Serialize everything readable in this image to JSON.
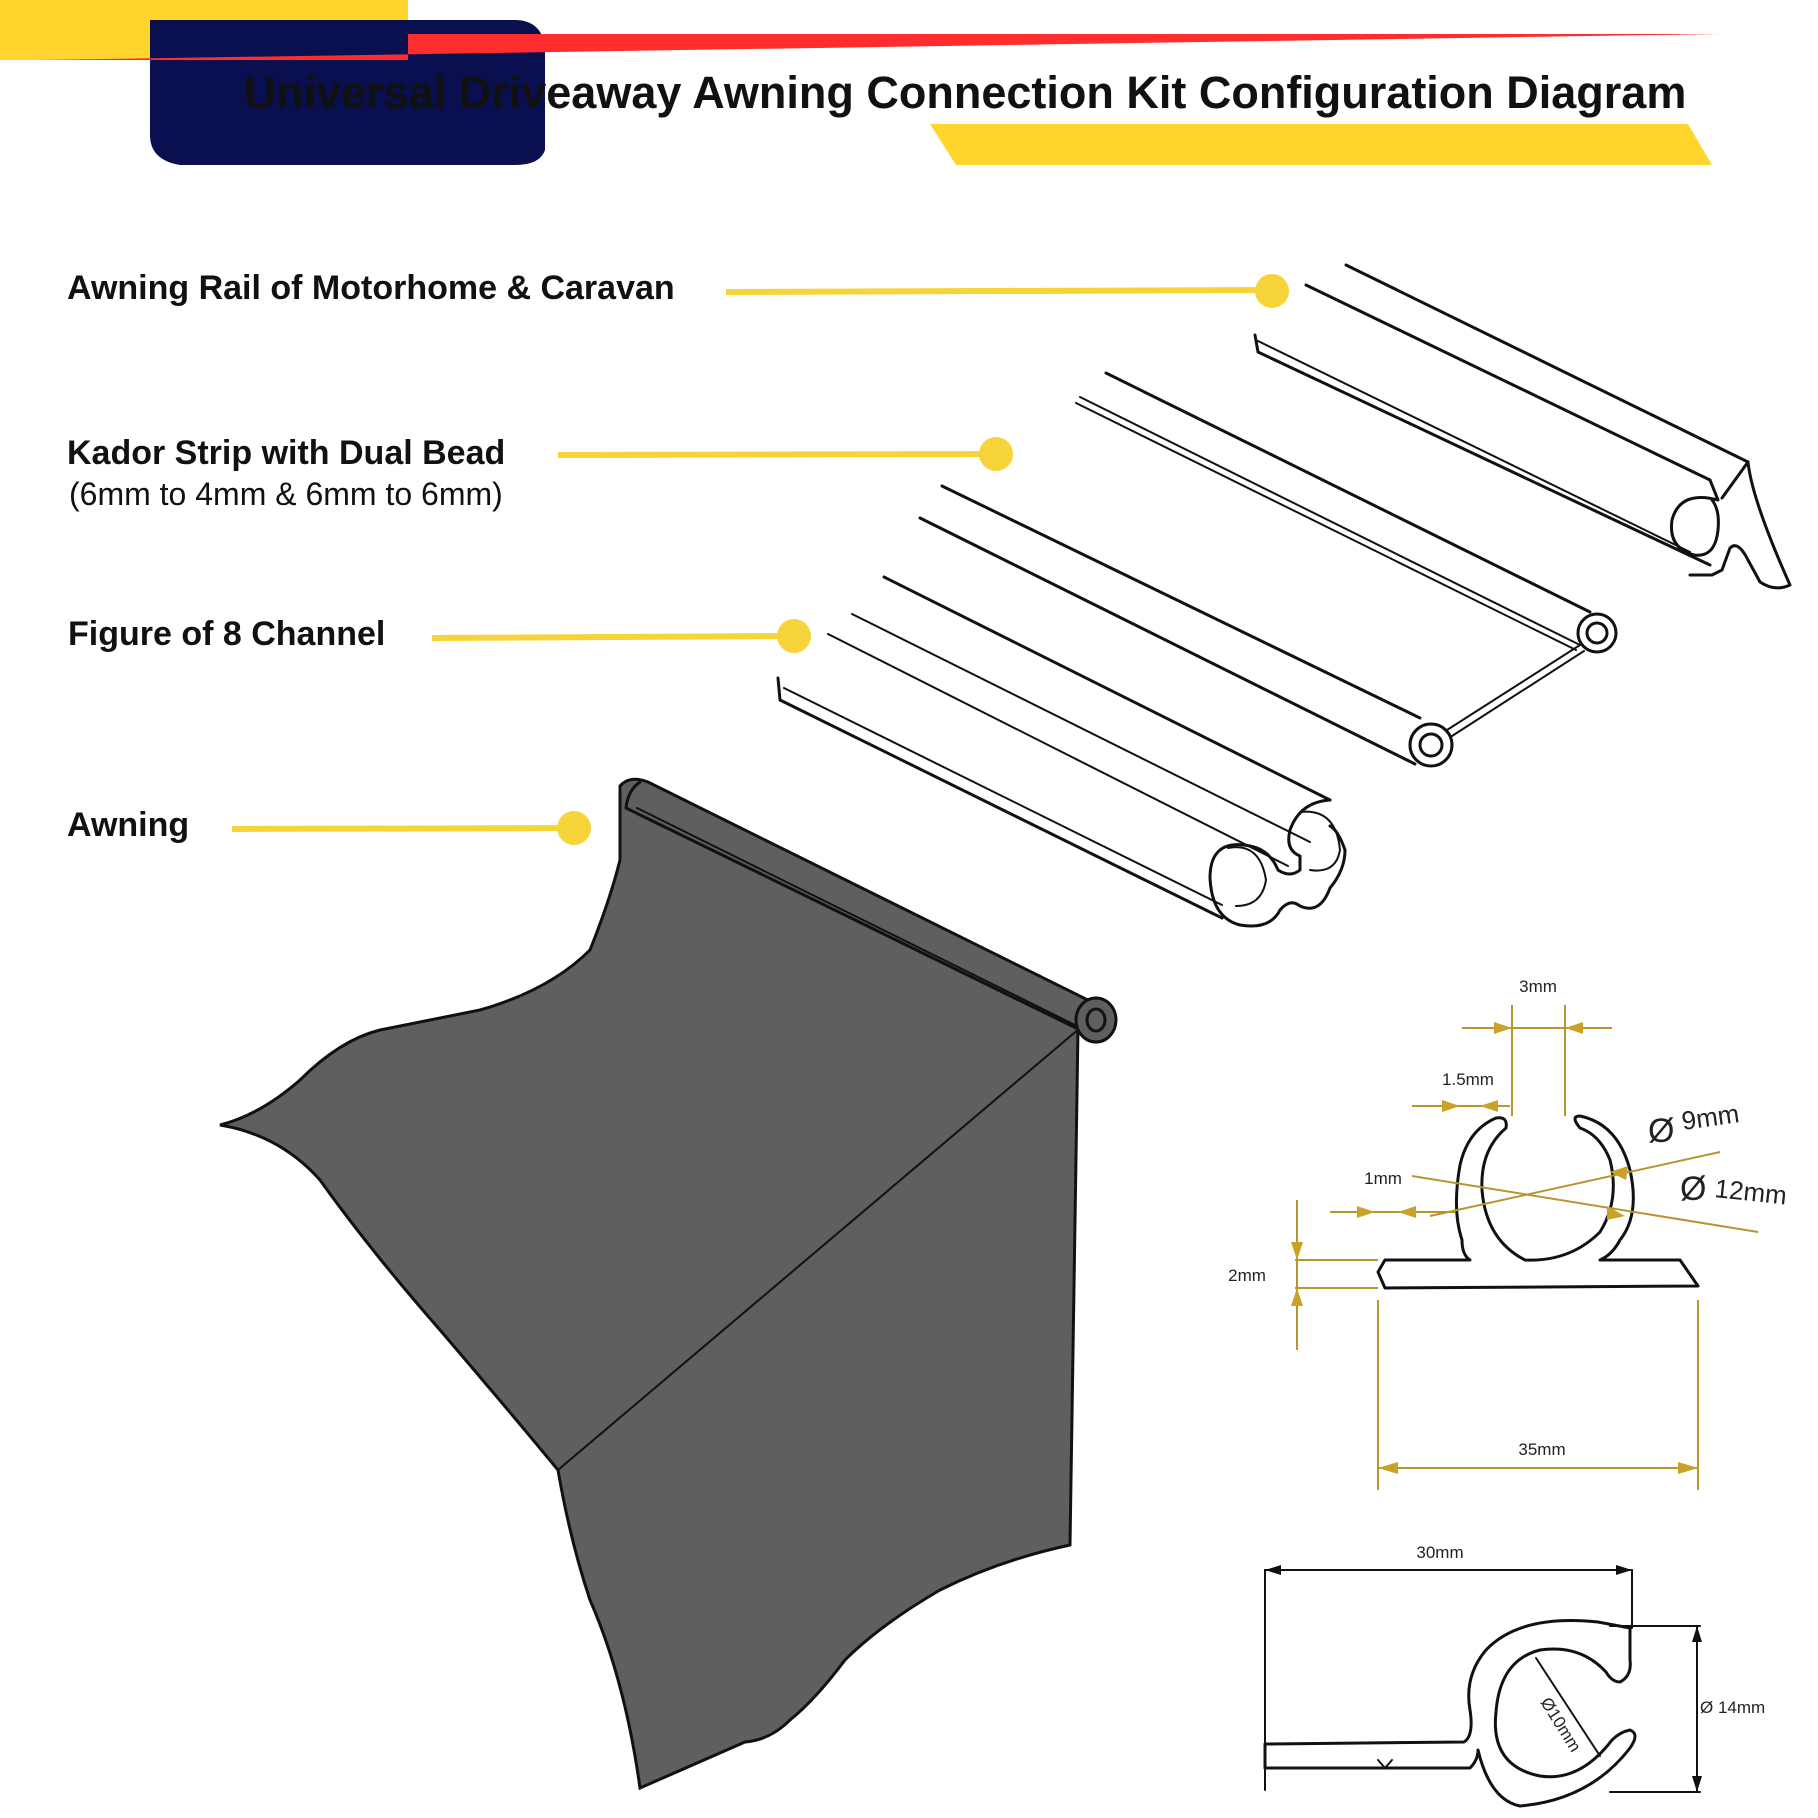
{
  "title": "Universal Driveaway Awning Connection Kit Configuration Diagram",
  "colors": {
    "banner_red": "#ff2d2d",
    "banner_yellow": "#ffd52e",
    "banner_navy": "#0a0f4f",
    "callout_yellow": "#f7d33a",
    "awning_fabric": "#5f5f5f",
    "dimension_line": "#b89530"
  },
  "callouts": [
    {
      "label": "Awning Rail of Motorhome & Caravan",
      "sublabel": ""
    },
    {
      "label": "Kador Strip with Dual Bead",
      "sublabel": "(6mm to 4mm & 6mm to 6mm)"
    },
    {
      "label": "Figure of 8 Channel",
      "sublabel": ""
    },
    {
      "label": "Awning",
      "sublabel": ""
    }
  ],
  "rail_profile_dimensions": {
    "gap": "3mm",
    "lip": "1.5mm",
    "inner_diameter": "9mm",
    "outer_diameter": "12mm",
    "wall": "1mm",
    "base": "2mm",
    "width": "35mm",
    "diameter_symbol": "Ø"
  },
  "clip_profile_dimensions": {
    "width": "30mm",
    "inner_diameter": "Ø10mm",
    "outer_diameter": "Ø 14mm"
  }
}
